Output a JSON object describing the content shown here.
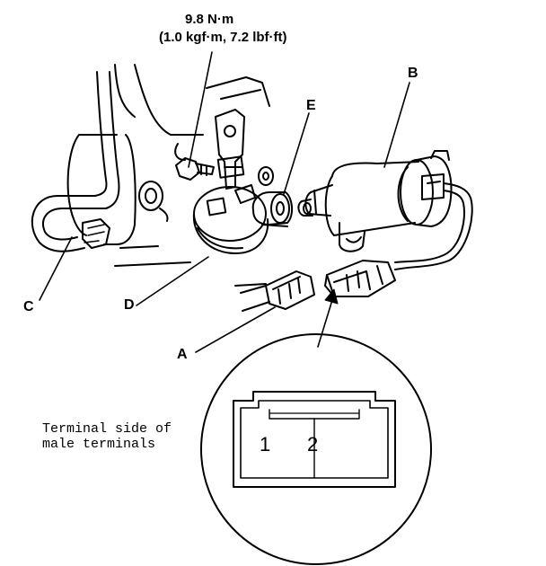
{
  "torque": {
    "line1": "9.8 N·m",
    "line2": "(1.0 kgf·m, 7.2 lbf·ft)"
  },
  "callouts": {
    "a": "A",
    "b": "B",
    "c": "C",
    "d": "D",
    "e": "E"
  },
  "connector_view": {
    "note_line1": "Terminal side of",
    "note_line2": "male terminals",
    "pin1": "1",
    "pin2": "2"
  }
}
